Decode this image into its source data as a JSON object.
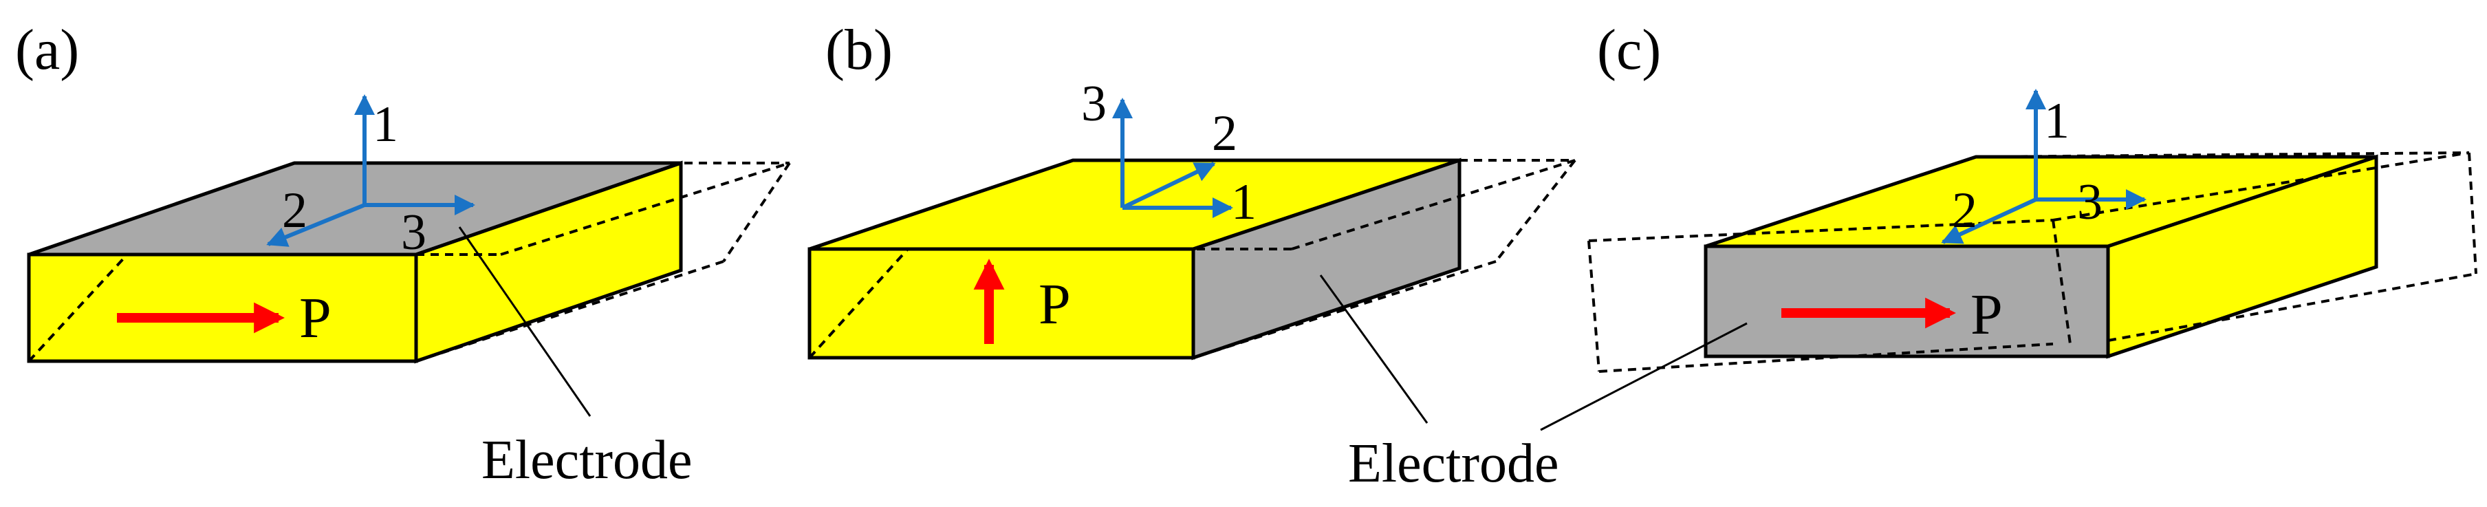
{
  "colors": {
    "electrode": "#a9a9a9",
    "piezo": "#ffff00",
    "outline": "#000000",
    "axis": "#1a73c6",
    "polarization": "#ff0000"
  },
  "panels": [
    {
      "label": "(a)",
      "axes": {
        "up": "1",
        "left": "2",
        "right": "3"
      },
      "polarization": {
        "label": "P",
        "direction": "right"
      },
      "electrode_label": "Electrode"
    },
    {
      "label": "(b)",
      "axes": {
        "up": "3",
        "diag": "2",
        "right": "1"
      },
      "polarization": {
        "label": "P",
        "direction": "up"
      },
      "electrode_label": "Electrode"
    },
    {
      "label": "(c)",
      "axes": {
        "up": "1",
        "left": "2",
        "right": "3"
      },
      "polarization": {
        "label": "P",
        "direction": "right"
      },
      "electrode_label": "Electrode"
    }
  ]
}
